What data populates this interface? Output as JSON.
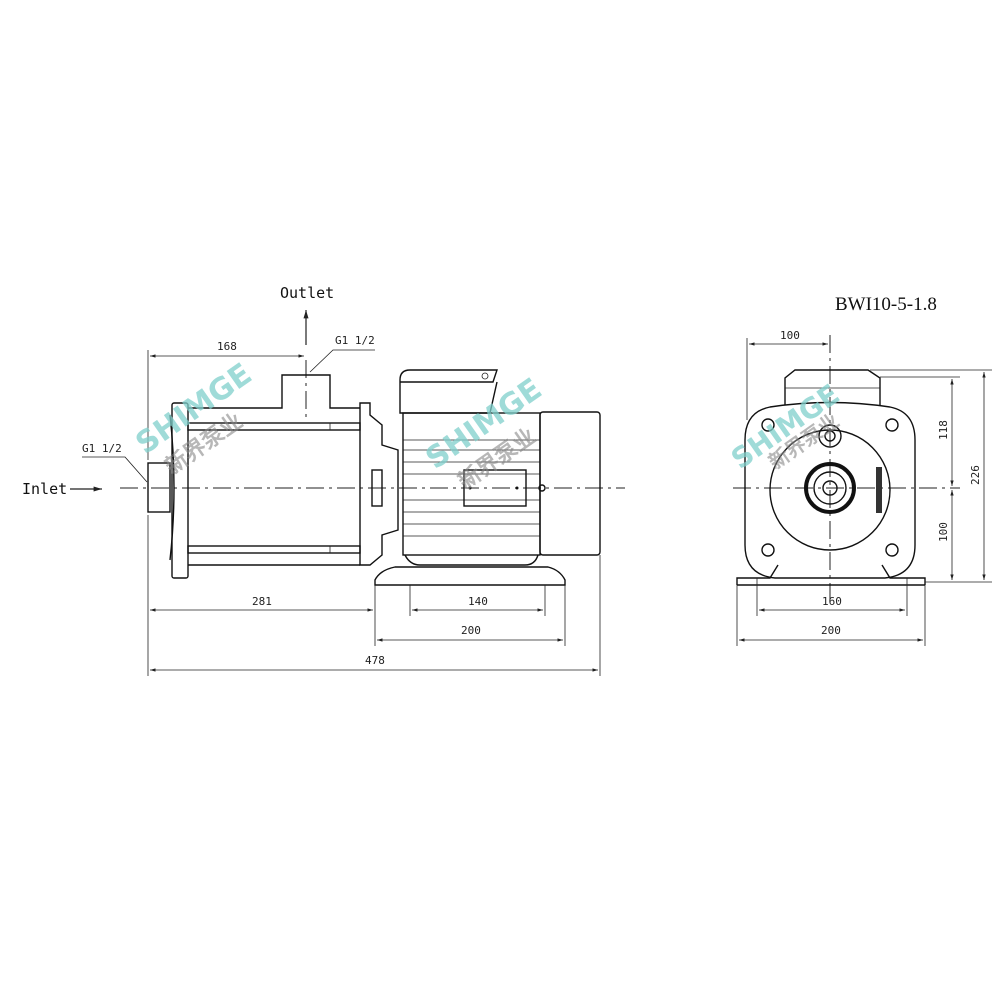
{
  "title": "BWI10-5-1.8",
  "side_view": {
    "outlet_label": "Outlet",
    "inlet_label": "Inlet",
    "outlet_thread": "G1 1/2",
    "inlet_thread": "G1 1/2",
    "dims": {
      "outlet_offset": "168",
      "inlet_to_base": "281",
      "base_holes": "140",
      "base_width": "200",
      "overall_length": "478"
    }
  },
  "end_view": {
    "dims": {
      "half_width": "100",
      "upper_height": "118",
      "total_height": "226",
      "lower_height": "100",
      "feet_holes": "160",
      "feet_width": "200"
    }
  },
  "watermark": {
    "brand": "SHIMGE",
    "chinese": "新界泵业"
  }
}
